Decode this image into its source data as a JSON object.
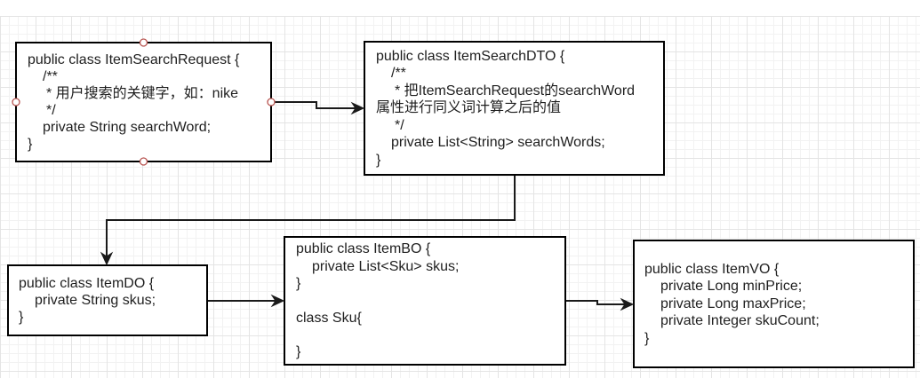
{
  "colors": {
    "border": "#000000",
    "edge": "#1a1a1a",
    "handle": "#b85450",
    "grid_minor": "#f2f2f2",
    "grid_major": "#e4e4e4"
  },
  "nodes": {
    "item_search_request": {
      "lines": [
        "public class ItemSearchRequest {",
        "/**",
        "* 用户搜索的关键字，如：nike",
        "*/",
        "private String searchWord;",
        "}"
      ]
    },
    "item_search_dto": {
      "lines": [
        "public class ItemSearchDTO {",
        "/**",
        "* 把ItemSearchRequest的searchWord",
        "属性进行同义词计算之后的值",
        "*/",
        "private List<String> searchWords;",
        "}"
      ]
    },
    "item_do": {
      "lines": [
        "public class ItemDO {",
        "private String skus;",
        "}"
      ]
    },
    "item_bo": {
      "lines": [
        "public class ItemBO {",
        "private List<Sku> skus;",
        "}",
        "class Sku{",
        "}"
      ]
    },
    "item_vo": {
      "lines": [
        "public class ItemVO {",
        "private Long minPrice;",
        "private Long maxPrice;",
        "private Integer skuCount;",
        "}"
      ]
    }
  }
}
